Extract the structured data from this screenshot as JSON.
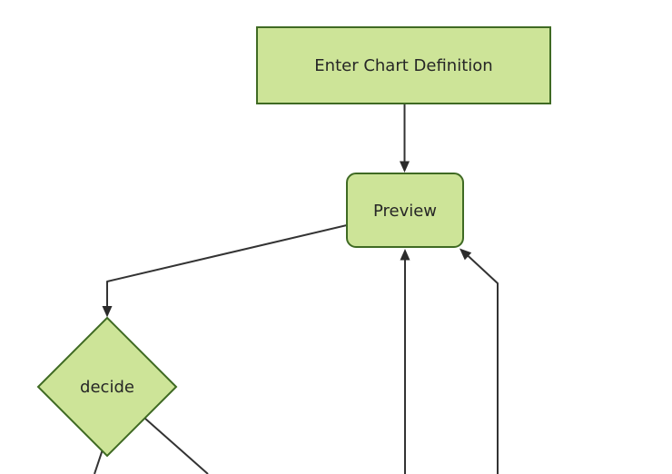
{
  "diagram": {
    "type": "flowchart",
    "direction": "top-down",
    "background_color": "#ffffff",
    "colors": {
      "node_fill": "#cde498",
      "node_border": "#3f6a23",
      "edge": "#333333",
      "arrowhead": "#2b2b2b",
      "label_text": "#262626"
    },
    "nodes": [
      {
        "id": "enter-chart-definition",
        "shape": "rectangle",
        "label": "Enter Chart Definition"
      },
      {
        "id": "preview",
        "shape": "rounded-rectangle",
        "label": "Preview"
      },
      {
        "id": "decide",
        "shape": "diamond",
        "label": "decide"
      }
    ],
    "edges": [
      {
        "from": "enter-chart-definition",
        "to": "preview",
        "arrowhead": true
      },
      {
        "from": "preview",
        "to": "decide",
        "arrowhead": true
      },
      {
        "from": "offscreen-bottom",
        "to": "preview",
        "arrowhead": true
      },
      {
        "from": "offscreen-bottom-right",
        "to": "preview",
        "arrowhead": true
      },
      {
        "from": "decide",
        "to": "offscreen-bottom-left",
        "arrowhead": false
      },
      {
        "from": "decide",
        "to": "offscreen-bottom-right",
        "arrowhead": false
      }
    ]
  }
}
